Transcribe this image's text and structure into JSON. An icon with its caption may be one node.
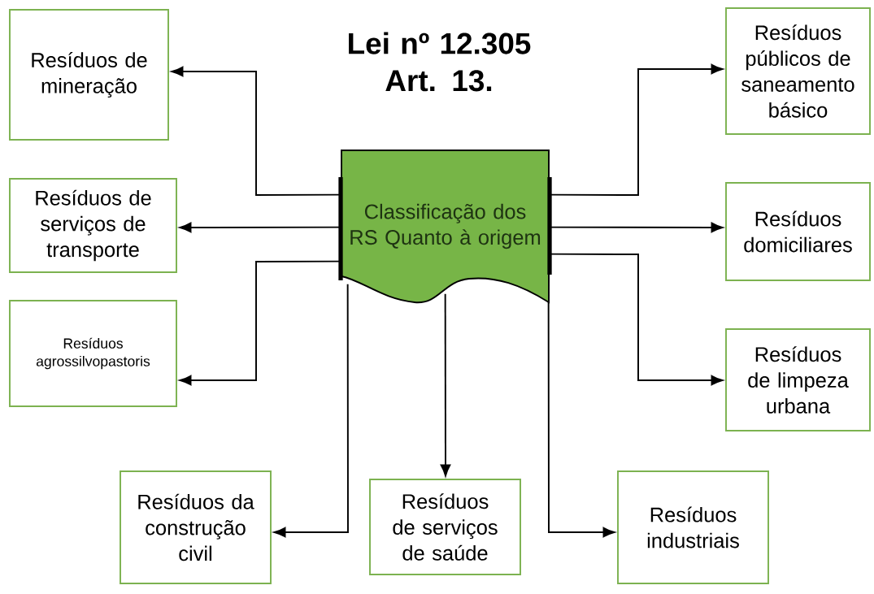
{
  "diagram": {
    "title": "Lei nº 12.305 Art. 13.",
    "nodes": [
      {
        "text": [
          "Classificação dos RS Quanto à origem"
        ]
      },
      {
        "text": [
          "Resíduos de mineração"
        ]
      },
      {
        "text": [
          "Resíduos de serviços de transporte"
        ]
      },
      {
        "text": [
          "Resíduos agrossilvopastoris"
        ]
      },
      {
        "text": [
          "Resíduos da construção civil"
        ]
      },
      {
        "text": [
          "Resíduos de serviços de saúde"
        ]
      },
      {
        "text": [
          "Resíduos industriais"
        ]
      },
      {
        "text": [
          "Resíduos públicos de saneamento básico"
        ]
      },
      {
        "text": [
          "Resíduos domiciliares"
        ]
      },
      {
        "text": [
          "Resíduos de limpeza urbana"
        ]
      }
    ],
    "edges": [
      {
        "from": 0,
        "to": 1,
        "arrow": "to"
      },
      {
        "from": 0,
        "to": 2,
        "arrow": "to"
      },
      {
        "from": 0,
        "to": 3,
        "arrow": "to"
      },
      {
        "from": 0,
        "to": 4,
        "arrow": "to"
      },
      {
        "from": 0,
        "to": 5,
        "arrow": "to"
      },
      {
        "from": 0,
        "to": 6,
        "arrow": "to"
      },
      {
        "from": 0,
        "to": 7,
        "arrow": "to"
      },
      {
        "from": 0,
        "to": 8,
        "arrow": "to"
      },
      {
        "from": 0,
        "to": 9,
        "arrow": "to"
      }
    ]
  }
}
